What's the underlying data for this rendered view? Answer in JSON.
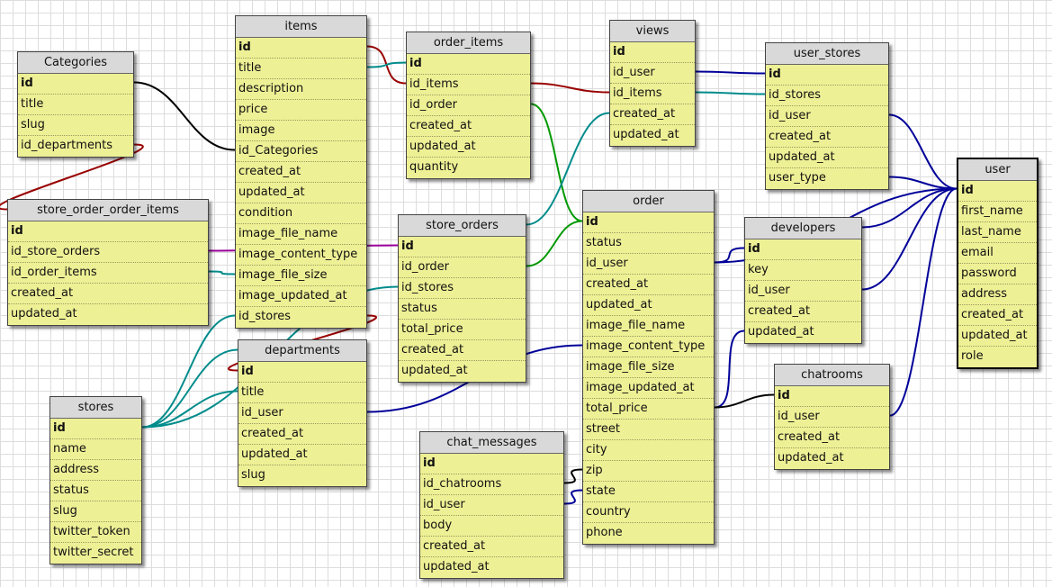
{
  "tables": [
    {
      "id": "items",
      "name": "items",
      "fields": [
        "id",
        "title",
        "description",
        "price",
        "image",
        "id_Categories",
        "created_at",
        "updated_at",
        "condition",
        "image_file_name",
        "image_content_type",
        "image_file_size",
        "image_updated_at",
        "id_stores"
      ]
    },
    {
      "id": "order_items",
      "name": "order_items",
      "fields": [
        "id",
        "id_items",
        "id_order",
        "created_at",
        "updated_at",
        "quantity"
      ]
    },
    {
      "id": "views",
      "name": "views",
      "fields": [
        "id",
        "id_user",
        "id_items",
        "created_at",
        "updated_at"
      ]
    },
    {
      "id": "user_stores",
      "name": "user_stores",
      "fields": [
        "id",
        "id_stores",
        "id_user",
        "created_at",
        "updated_at",
        "user_type"
      ]
    },
    {
      "id": "Categories",
      "name": "Categories",
      "fields": [
        "id",
        "title",
        "slug",
        "id_departments"
      ]
    },
    {
      "id": "store_order_order_items",
      "name": "store_order_order_items",
      "fields": [
        "id",
        "id_store_orders",
        "id_order_items",
        "created_at",
        "updated_at"
      ]
    },
    {
      "id": "store_orders",
      "name": "store_orders",
      "fields": [
        "id",
        "id_order",
        "id_stores",
        "status",
        "total_price",
        "created_at",
        "updated_at"
      ]
    },
    {
      "id": "order",
      "name": "order",
      "fields": [
        "id",
        "status",
        "id_user",
        "created_at",
        "updated_at",
        "image_file_name",
        "image_content_type",
        "image_file_size",
        "image_updated_at",
        "total_price",
        "street",
        "city",
        "zip",
        "state",
        "country",
        "phone"
      ]
    },
    {
      "id": "developers",
      "name": "developers",
      "fields": [
        "id",
        "key",
        "id_user",
        "created_at",
        "updated_at"
      ]
    },
    {
      "id": "user",
      "name": "user",
      "fields": [
        "id",
        "first_name",
        "last_name",
        "email",
        "password",
        "address",
        "created_at",
        "updated_at",
        "role"
      ]
    },
    {
      "id": "departments",
      "name": "departments",
      "fields": [
        "id",
        "title",
        "id_user",
        "created_at",
        "updated_at",
        "slug"
      ]
    },
    {
      "id": "stores",
      "name": "stores",
      "fields": [
        "id",
        "name",
        "address",
        "status",
        "slug",
        "twitter_token",
        "twitter_secret"
      ]
    },
    {
      "id": "chat_messages",
      "name": "chat_messages",
      "fields": [
        "id",
        "id_chatrooms",
        "id_user",
        "body",
        "created_at",
        "updated_at"
      ]
    },
    {
      "id": "chatrooms",
      "name": "chatrooms",
      "fields": [
        "id",
        "id_user",
        "created_at",
        "updated_at"
      ]
    }
  ],
  "relationships": [
    {
      "from": "Categories.id",
      "to": "items.id_Categories",
      "color": "#000000"
    },
    {
      "from": "Categories.id_departments",
      "to": "store_order_order_items.header",
      "color": "#990000"
    },
    {
      "from": "items.id",
      "to": "order_items.id_items",
      "color": "#990000"
    },
    {
      "from": "order_items.id_items",
      "to": "views.id_items",
      "color": "#990000"
    },
    {
      "from": "items.title",
      "to": "order_items.id",
      "color": "#008b8b"
    },
    {
      "from": "order_items.id_order",
      "to": "order.id",
      "color": "#009900"
    },
    {
      "from": "store_orders.id_order",
      "to": "order.id",
      "color": "#009900"
    },
    {
      "from": "store_order_order_items.id_store_orders",
      "to": "store_orders.id",
      "color": "#990099"
    },
    {
      "from": "store_order_order_items.id_order_items",
      "to": "items.image_file_size",
      "color": "#008b8b"
    },
    {
      "from": "views.id_items",
      "to": "user_stores.id_stores",
      "color": "#008b8b"
    },
    {
      "from": "views.id_user",
      "to": "user_stores.id",
      "color": "#000099"
    },
    {
      "from": "store_orders.header",
      "to": "views.created_at",
      "color": "#008b8b"
    },
    {
      "from": "items.id_stores",
      "to": "departments.id",
      "color": "#990000"
    },
    {
      "from": "stores.id",
      "to": "items.id_stores",
      "color": "#008b8b"
    },
    {
      "from": "stores.id",
      "to": "departments.title",
      "color": "#008b8b"
    },
    {
      "from": "stores.id",
      "to": "store_orders.id_stores",
      "color": "#008b8b"
    },
    {
      "from": "stores.id",
      "to": "departments.header",
      "color": "#008b8b"
    },
    {
      "from": "departments.id_user",
      "to": "order.image_content_type",
      "color": "#000099"
    },
    {
      "from": "user_stores.id_user",
      "to": "user.id",
      "color": "#000099"
    },
    {
      "from": "user_stores.user_type",
      "to": "user.id",
      "color": "#000099"
    },
    {
      "from": "order.id_user",
      "to": "user.id",
      "color": "#000099"
    },
    {
      "from": "order.id_user",
      "to": "developers.id",
      "color": "#000099"
    },
    {
      "from": "developers.id_user",
      "to": "user.id",
      "color": "#000099"
    },
    {
      "from": "developers.header",
      "to": "user.id",
      "color": "#000099"
    },
    {
      "from": "chatrooms.id_user",
      "to": "user.id",
      "color": "#000099"
    },
    {
      "from": "order.total_price",
      "to": "developers.updated_at",
      "color": "#000099"
    },
    {
      "from": "order.total_price",
      "to": "chatrooms.id",
      "color": "#000000"
    },
    {
      "from": "chat_messages.id_chatrooms",
      "to": "order.zip",
      "color": "#000000"
    },
    {
      "from": "chat_messages.id_user",
      "to": "order.state",
      "color": "#000099"
    }
  ]
}
